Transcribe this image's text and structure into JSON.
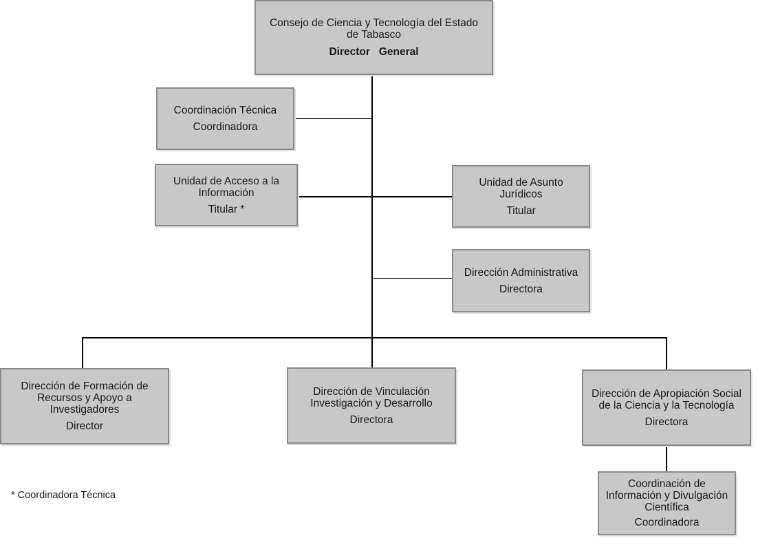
{
  "org_chart": {
    "top": {
      "name": "Consejo de Ciencia y Tecnología del Estado de Tabasco",
      "role": "Director   General"
    },
    "coordinacion_tecnica": {
      "name": "Coordinación Técnica",
      "role": "Coordinadora"
    },
    "acceso_informacion": {
      "name": "Unidad de Acceso a la Información",
      "role": "Titular *"
    },
    "asunto_juridicos": {
      "name": "Unidad de Asunto Jurídicos",
      "role": "Titular"
    },
    "direccion_administrativa": {
      "name": "Dirección Administrativa",
      "role": "Directora"
    },
    "formacion_recursos": {
      "name": "Dirección de Formación de Recursos y Apoyo a Investigadores",
      "role": "Director"
    },
    "vinculacion": {
      "name": "Dirección de Vinculación Investigación y Desarrollo",
      "role": "Directora"
    },
    "apropiacion_social": {
      "name": "Dirección de Apropiación Social de la Ciencia y la Tecnología",
      "role": "Directora"
    },
    "divulgacion": {
      "name": "Coordinación de Información y Divulgación Científica",
      "role": "Coordinadora"
    }
  },
  "footnote": "* Coordinadora Técnica",
  "colors": {
    "box_fill": "#c8c8c8",
    "box_border": "#8a8a8a",
    "line": "#000000"
  }
}
